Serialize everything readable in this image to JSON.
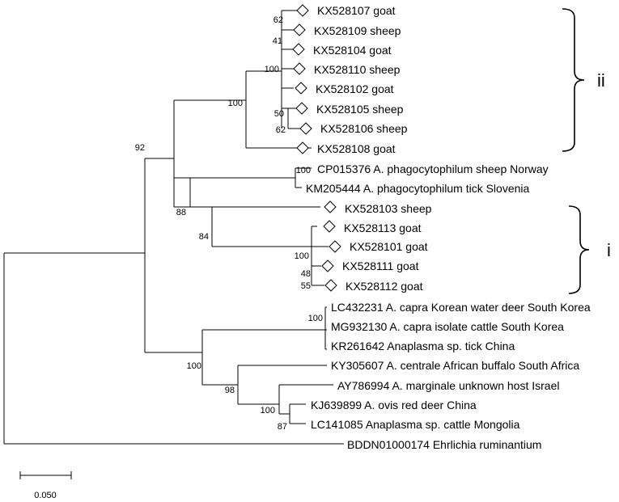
{
  "tree": {
    "leaves": [
      {
        "label": "KX528107 goat",
        "marker": "diamond"
      },
      {
        "label": "KX528109 sheep",
        "marker": "diamond"
      },
      {
        "label": "KX528104 goat",
        "marker": "diamond"
      },
      {
        "label": "KX528110 sheep",
        "marker": "diamond"
      },
      {
        "label": "KX528102 goat",
        "marker": "diamond"
      },
      {
        "label": "KX528105 sheep",
        "marker": "diamond"
      },
      {
        "label": "KX528106 sheep",
        "marker": "diamond"
      },
      {
        "label": "KX528108 goat",
        "marker": "diamond"
      },
      {
        "label": "CP015376 A. phagocytophilum sheep Norway",
        "marker": "none"
      },
      {
        "label": "KM205444 A. phagocytophilum tick Slovenia",
        "marker": "none"
      },
      {
        "label": "KX528103 sheep",
        "marker": "diamond"
      },
      {
        "label": "KX528113 goat",
        "marker": "diamond"
      },
      {
        "label": "KX528101 goat",
        "marker": "diamond"
      },
      {
        "label": "KX528111 goat",
        "marker": "diamond"
      },
      {
        "label": "KX528112 goat",
        "marker": "diamond"
      },
      {
        "label": "LC432231 A. capra Korean water deer South Korea",
        "marker": "none"
      },
      {
        "label": "MG932130 A. capra isolate cattle South Korea",
        "marker": "none"
      },
      {
        "label": "KR261642 Anaplasma sp. tick China",
        "marker": "none"
      },
      {
        "label": "KY305607 A. centrale African buffalo South Africa",
        "marker": "none"
      },
      {
        "label": "AY786994 A. marginale unknown host Israel",
        "marker": "none"
      },
      {
        "label": "KJ639899 A. ovis red deer China",
        "marker": "none"
      },
      {
        "label": "LC141085 Anaplasma sp. cattle Mongolia",
        "marker": "none"
      },
      {
        "label": "BDDN01000174 Ehrlichia ruminantium",
        "marker": "none"
      }
    ],
    "bootstrap": [
      "62",
      "41",
      "100",
      "100",
      "50",
      "62",
      "92",
      "100",
      "88",
      "84",
      "100",
      "48",
      "55",
      "100",
      "100",
      "98",
      "100",
      "87"
    ],
    "clades": [
      {
        "label": "ii"
      },
      {
        "label": "i"
      }
    ],
    "scale_bar": {
      "value": 0.05,
      "label": "0.050"
    }
  }
}
